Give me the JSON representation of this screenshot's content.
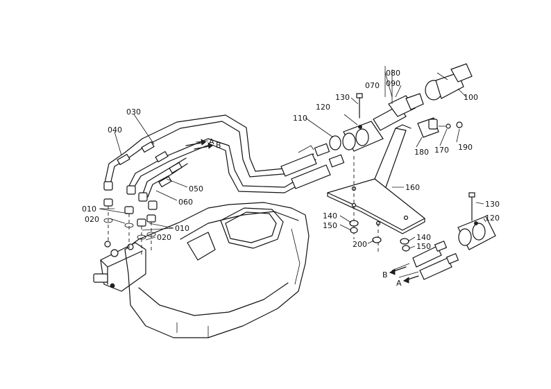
{
  "labels": {
    "p080": "080",
    "p090": "090",
    "p070": "070",
    "p100": "100",
    "p130a": "130",
    "p120a": "120",
    "p110": "110",
    "p180": "180",
    "p170": "170",
    "p190": "190",
    "p030": "030",
    "p040": "040",
    "p050": "050",
    "p060": "060",
    "p160": "160",
    "p010a": "010",
    "p020a": "020",
    "p010b": "010",
    "p020b": "020",
    "p140a": "140",
    "p150a": "150",
    "p200": "200",
    "p130b": "130",
    "p120b": "120",
    "p140b": "140",
    "p150b": "150",
    "arrowA1": "A",
    "arrowB1": "B",
    "arrowB2": "B",
    "arrowA2": "A"
  }
}
